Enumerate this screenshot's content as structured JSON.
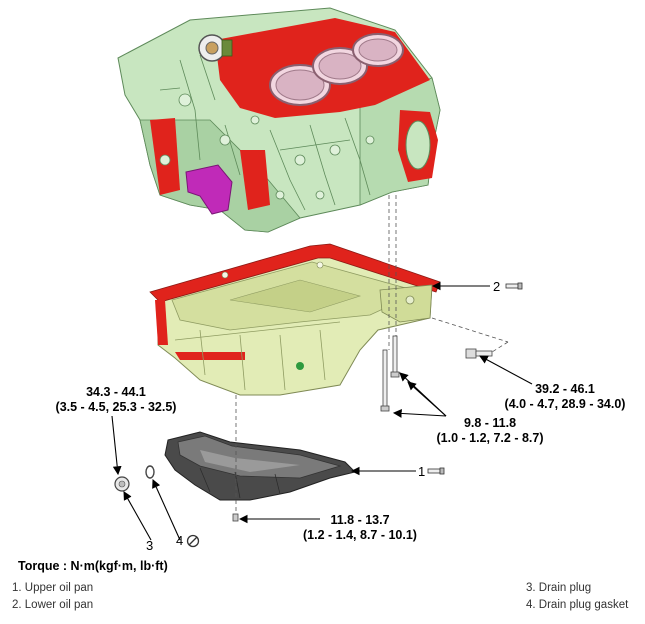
{
  "callouts": {
    "c1": "1",
    "c2": "2",
    "c3": "3",
    "c4": "4"
  },
  "torques": {
    "t_drain_plug": {
      "line1": "34.3 - 44.1",
      "line2": "(3.5 - 4.5, 25.3 - 32.5)"
    },
    "t_side_bolt": {
      "line1": "39.2 - 46.1",
      "line2": "(4.0 - 4.7, 28.9 - 34.0)"
    },
    "t_upper_bolts": {
      "line1": "9.8 - 11.8",
      "line2": "(1.0 - 1.2, 7.2 - 8.7)"
    },
    "t_lower_bolts": {
      "line1": "11.8 - 13.7",
      "line2": "(1.2 - 1.4, 8.7 - 10.1)"
    }
  },
  "torque_title": "Torque : N·m(kgf·m, lb·ft)",
  "legend": {
    "i1": "1. Upper oil pan",
    "i2": "2. Lower oil pan",
    "i3": "3. Drain plug",
    "i4": "4. Drain plug gasket"
  },
  "colors": {
    "block": "#c8e6c0",
    "block_shade": "#9cc49a",
    "gasket_red": "#e0231c",
    "bracket": "#c02ab8",
    "upper_pan": "#e2ecb6",
    "upper_pan_shade": "#b9c98a",
    "lower_pan": "#4a4a4a"
  }
}
